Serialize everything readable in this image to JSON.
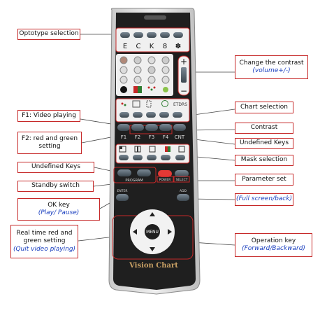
{
  "remote": {
    "optotype_letters": [
      "E",
      "C",
      "K",
      "8",
      "✽"
    ],
    "function_keys": [
      "F1",
      "F2",
      "F3",
      "F4",
      "CNT"
    ],
    "etdrs": "ETDRS",
    "program": "PROGRAM",
    "power": "POWER",
    "select": "SELECT",
    "enter": "ENTER",
    "add": "ADD",
    "menu": "MENU",
    "brand": "Vision Chart"
  },
  "labels": {
    "optotype_selection": "Optotype selection",
    "f1_video": "F1: Video playing",
    "f2_line1": "F2: red and green",
    "f2_line2": "setting",
    "undefined_keys_left": "Undefined Keys",
    "standby_switch": "Standby switch",
    "ok_key": "OK key",
    "ok_key_sub": "(Play/ Pause)",
    "realtime_line1": "Real time red and",
    "realtime_line2": "green setting",
    "realtime_sub": "(Quit video playing)",
    "contrast_change": "Change the contrast",
    "contrast_change_sub": "(volume+/-)",
    "chart_selection": "Chart selection",
    "contrast": "Contrast",
    "undefined_keys_right": "Undefined Keys",
    "mask_selection": "Mask selection",
    "parameter_set": "Parameter set",
    "full_screen": "(Full screen/back)",
    "operation_key": "Operation key",
    "operation_key_sub": "(Forward/Backward)"
  },
  "colors": {
    "label_border": "#c62828",
    "sub_text": "#1a3fbf",
    "body_dark": "#222222"
  }
}
